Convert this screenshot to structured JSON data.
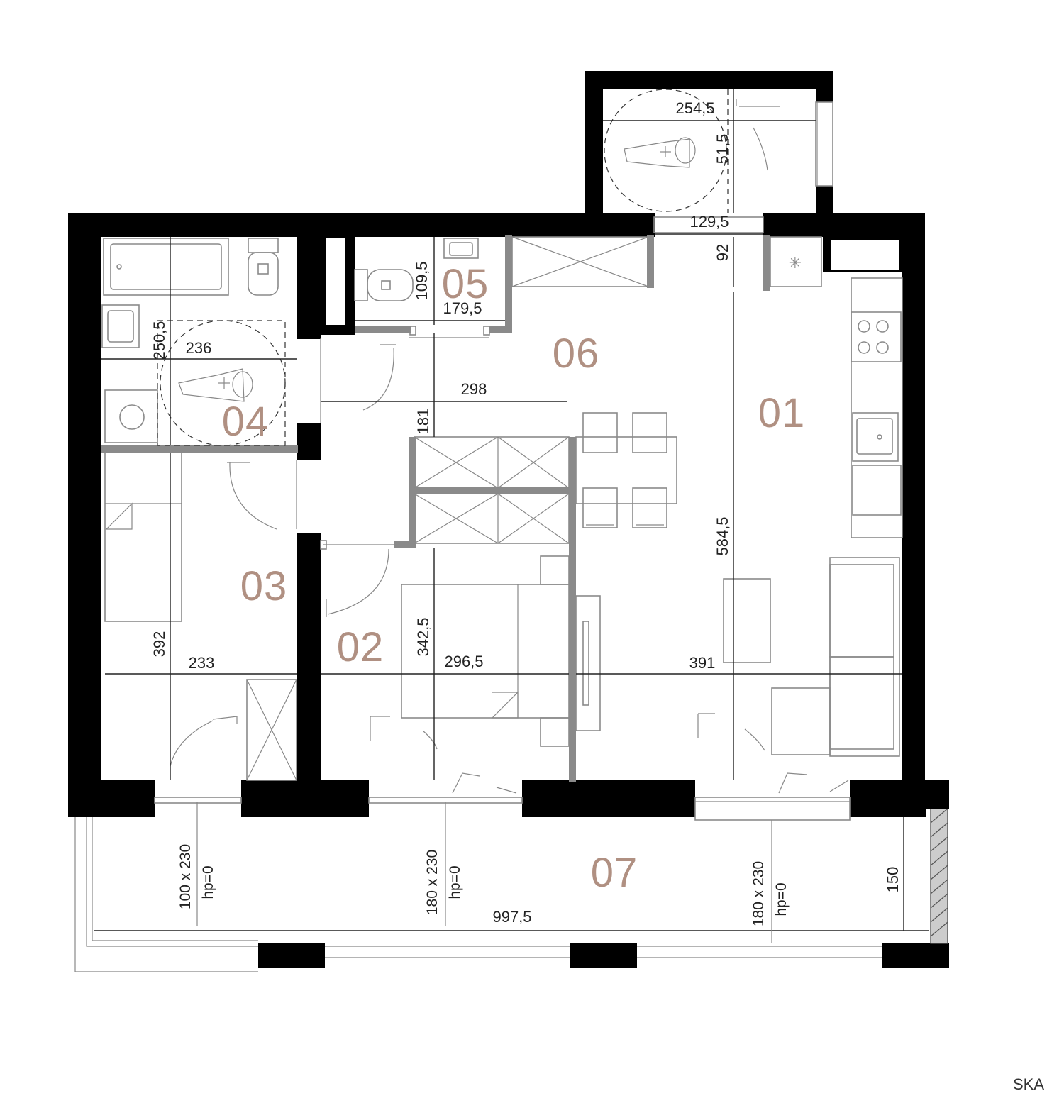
{
  "rooms": {
    "r01": "01",
    "r02": "02",
    "r03": "03",
    "r04": "04",
    "r05": "05",
    "r06": "06",
    "r07": "07"
  },
  "dimensions": {
    "d254": "254,5",
    "d51": "51,5",
    "d129": "129,5",
    "d92": "92",
    "d109": "109,5",
    "d179": "179,5",
    "d250": "250,5",
    "d236": "236",
    "d298": "298",
    "d181": "181",
    "d584": "584,5",
    "d392": "392",
    "d233": "233",
    "d342": "342,5",
    "d296": "296,5",
    "d391": "391",
    "d150": "150",
    "d997": "997,5"
  },
  "windows": {
    "w1_size": "100 x 230",
    "w1_hp": "hp=0",
    "w2_size": "180 x 230",
    "w2_hp": "hp=0",
    "w3_size": "180 x 230",
    "w3_hp": "hp=0"
  },
  "brand": "SKA"
}
